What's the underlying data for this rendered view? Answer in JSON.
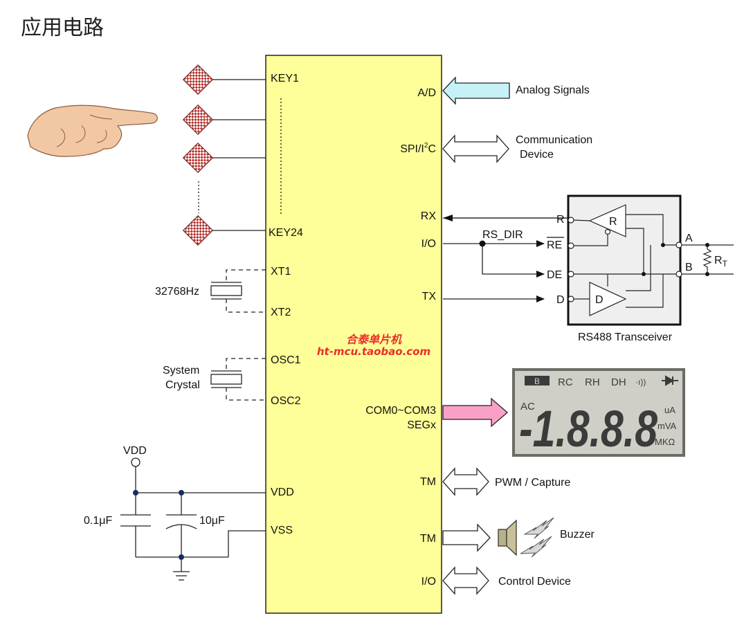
{
  "title": "应用电路",
  "mcu": {
    "left_pins": {
      "key1": "KEY1",
      "key24": "KEY24",
      "xt1": "XT1",
      "xt2": "XT2",
      "osc1": "OSC1",
      "osc2": "OSC2",
      "vdd": "VDD",
      "vss": "VSS"
    },
    "right_pins": {
      "ad": "A/D",
      "spi_i2c": "SPI/I",
      "spi_sup": "2",
      "spi_c": "C",
      "rx": "RX",
      "io1": "I/O",
      "tx": "TX",
      "com": "COM0~COM3",
      "seg": "SEGx",
      "tm1": "TM",
      "tm2": "TM",
      "io2": "I/O"
    },
    "watermark": {
      "line1": "合泰单片机",
      "line2": "ht-mcu.taobao.com"
    }
  },
  "left_parts": {
    "crystal_32k": "32768Hz",
    "sys_crystal_line1": "System",
    "sys_crystal_line2": "Crystal",
    "vdd_label": "VDD",
    "cap1": "0.1μF",
    "cap2": "10μF"
  },
  "right_parts": {
    "analog": "Analog Signals",
    "comm_line1": "Communication",
    "comm_line2": "Device",
    "rs_dir": "RS_DIR",
    "pwm": "PWM / Capture",
    "buzzer": "Buzzer",
    "control": "Control Device"
  },
  "rs488": {
    "caption": "RS488 Transceiver",
    "pin_r": "R",
    "pin_re": "RE",
    "pin_de": "DE",
    "pin_d": "D",
    "pin_a": "A",
    "pin_b": "B",
    "gate_r": "R",
    "gate_d": "D",
    "rt": "R",
    "rt_sub": "T"
  },
  "lcd": {
    "top_bat": "B",
    "top_rc": "RC",
    "top_rh": "RH",
    "top_dh": "DH",
    "top_sound": "·ı))",
    "ac": "AC",
    "digits": "-1.8.8.8",
    "unit1": "uA",
    "unit2": "mVA",
    "unit3": "MKΩ"
  },
  "colors": {
    "mcu_fill": "#ffff99",
    "analog_arrow": "#c6f2f7",
    "lcd_arrow": "#f9a0c6",
    "key_red": "#b5322e",
    "lcd_bg": "#cfcfc7",
    "lcd_frame": "#6c6c66"
  }
}
